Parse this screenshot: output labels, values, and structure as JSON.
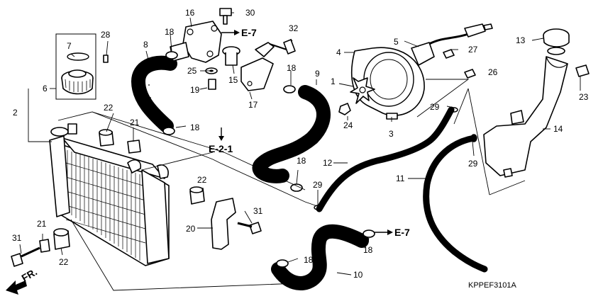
{
  "callouts": {
    "c1": "1",
    "c2": "2",
    "c3": "3",
    "c4": "4",
    "c5": "5",
    "c6": "6",
    "c7": "7",
    "c8": "8",
    "c9": "9",
    "c10": "10",
    "c11": "11",
    "c12": "12",
    "c13": "13",
    "c14": "14",
    "c15": "15",
    "c16": "16",
    "c17": "17",
    "c18a": "18",
    "c18b": "18",
    "c18c": "18",
    "c18d": "18",
    "c18e": "18",
    "c18f": "18",
    "c19": "19",
    "c20": "20",
    "c21a": "21",
    "c21b": "21",
    "c22a": "22",
    "c22b": "22",
    "c22c": "22",
    "c23": "23",
    "c24": "24",
    "c25": "25",
    "c26": "26",
    "c27": "27",
    "c28": "28",
    "c29a": "29",
    "c29b": "29",
    "c29c": "29",
    "c30": "30",
    "c31a": "31",
    "c31b": "31",
    "c32": "32"
  },
  "refs": {
    "e7_top": "E-7",
    "e7_bottom": "E-7",
    "e21": "E-2-1"
  },
  "front_label": "FR.",
  "diagram_code": "KPPEF3101A"
}
